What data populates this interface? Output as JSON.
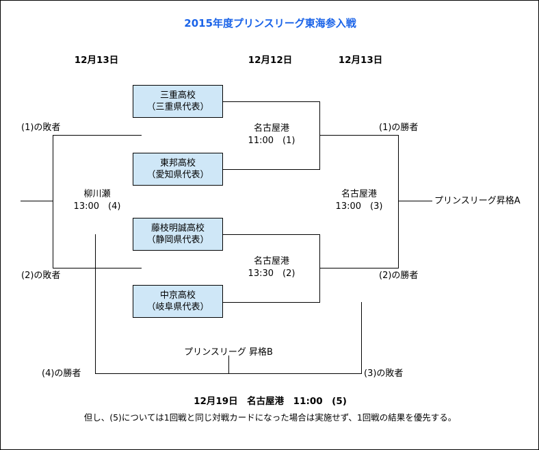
{
  "title": "2015年度プリンスリーグ東海参入戦",
  "title_color": "#1a63e8",
  "box_fill_color": "#cfe7f7",
  "date_headers": [
    {
      "label": "12月13日"
    },
    {
      "label": "12月12日"
    },
    {
      "label": "12月13日"
    }
  ],
  "teams": [
    {
      "name": "三重高校",
      "pref": "（三重県代表）"
    },
    {
      "name": "東邦高校",
      "pref": "（愛知県代表）"
    },
    {
      "name": "藤枝明誠高校",
      "pref": "（静岡県代表）"
    },
    {
      "name": "中京高校",
      "pref": "（岐阜県代表）"
    }
  ],
  "matches": [
    {
      "venue": "名古屋港",
      "time": "11:00　(1)"
    },
    {
      "venue": "名古屋港",
      "time": "13:30　(2)"
    },
    {
      "venue": "名古屋港",
      "time": "13:00　(3)"
    },
    {
      "venue": "柳川瀬",
      "time": "13:00　(4)"
    }
  ],
  "connectors": {
    "loser_1": "(1)の敗者",
    "loser_2": "(2)の敗者",
    "winner_1": "(1)の勝者",
    "winner_2": "(2)の勝者",
    "winner_4": "(4)の勝者",
    "loser_3": "(3)の敗者"
  },
  "promotions": {
    "a": "プリンスリーグ昇格A",
    "b": "プリンスリーグ 昇格B"
  },
  "notes": {
    "final": "12月19日　名古屋港　11:00　(5)",
    "condition": "但し、(5)については1回戦と同じ対戦カードになった場合は実施せず、1回戦の結果を優先する。"
  }
}
